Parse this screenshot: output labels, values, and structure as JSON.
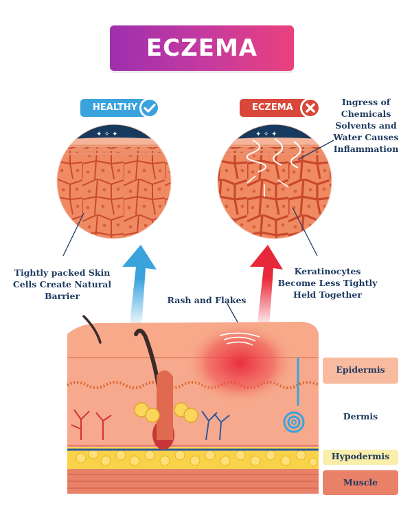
{
  "title": "ECZEMA",
  "badges": {
    "healthy": "HEALTHY",
    "eczema": "ECZEMA"
  },
  "captions": {
    "healthy_barrier": [
      "Tightly packed Skin",
      "Cells Create Natural",
      "Barrier"
    ],
    "ingress": [
      "Ingress of",
      "Chemicals",
      "Solvents and",
      "Water Causes",
      "Inflammation"
    ],
    "keratinocytes": [
      "Keratinocytes",
      "Become Less Tightly",
      "Held Together"
    ],
    "rash": "Rash and Flakes"
  },
  "layers": {
    "epidermis": "Epidermis",
    "dermis": "Dermis",
    "hypodermis": "Hypodermis",
    "muscle": "Muscle"
  },
  "colors": {
    "title_gradient": [
      "#9d2fae",
      "#e9417d"
    ],
    "healthy_blue": "#3aa3dc",
    "eczema_red": "#d9473a",
    "text_navy": "#1e3a5f",
    "skin": "#f7a98a",
    "cell_fill": "#ef8a63",
    "cell_border": "#c9492e",
    "epidermis_band": "#f9bba0",
    "hypodermis_band": "#fbeeab",
    "muscle_band": "#e98169"
  },
  "icons": {
    "healthy_badge": "checkmark-icon",
    "eczema_badge": "x-mark-icon"
  }
}
